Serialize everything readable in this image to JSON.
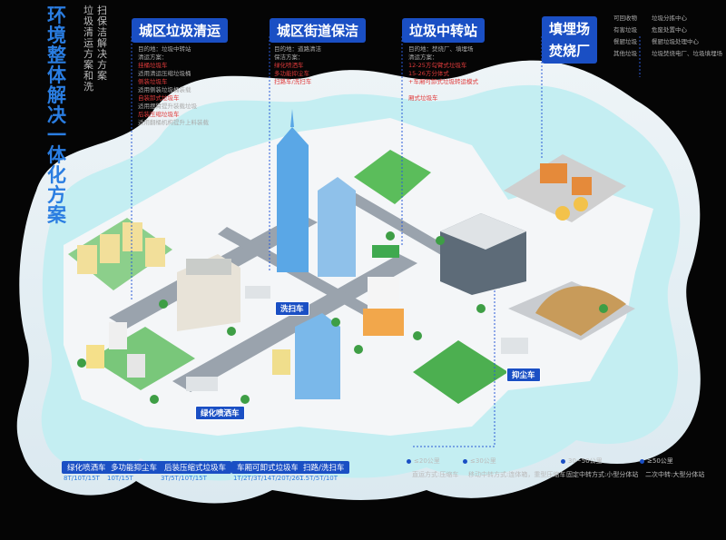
{
  "title_vertical": "环境整体解决一体化方案",
  "subtitle_vertical_1": "垃圾清运方案和洗",
  "subtitle_vertical_2": "扫保洁解决方案",
  "sections": {
    "clean": {
      "title": "城区垃圾清运",
      "lines": [
        {
          "text": "目的地：垃圾中转站",
          "red": false
        },
        {
          "text": "清运方案：",
          "red": false
        },
        {
          "text": "挂桶垃圾车",
          "red": true
        },
        {
          "text": "适用清运压缩垃圾桶",
          "red": false
        },
        {
          "text": "侧装垃圾车",
          "red": true
        },
        {
          "text": "适用侧装垃圾桶装载",
          "red": false
        },
        {
          "text": "自装卸式垃圾车",
          "red": true
        },
        {
          "text": "适用摆臂提升装载垃圾",
          "red": false
        },
        {
          "text": "后装压缩垃圾车",
          "red": true
        },
        {
          "text": "适用翻桶机构提升上料装载",
          "red": false
        }
      ]
    },
    "street": {
      "title": "城区街道保洁",
      "lines": [
        {
          "text": "目的地：道路清洁",
          "red": false
        },
        {
          "text": "保洁方案：",
          "red": false
        },
        {
          "text": "绿化喷洒车",
          "red": true
        },
        {
          "text": "多功能抑尘车",
          "red": true
        },
        {
          "text": "扫路车/洗扫车",
          "red": true
        }
      ]
    },
    "transfer": {
      "title": "垃圾中转站",
      "lines": [
        {
          "text": "目的地：焚烧厂、填埋场",
          "red": false
        },
        {
          "text": "清运方案：",
          "red": false
        },
        {
          "text": "12-25方勾臂式垃圾车",
          "red": true
        },
        {
          "text": "15-26方分体式",
          "red": true
        },
        {
          "text": "+车厢可卸式垃圾转运模式",
          "red": true
        },
        {
          "text": "",
          "red": false
        },
        {
          "text": "厢式垃圾车",
          "red": true
        }
      ]
    },
    "landfill": {
      "title_1": "填埋场",
      "title_2": "焚烧厂"
    }
  },
  "side_list": [
    {
      "left": "可回收物",
      "right": "垃圾分拣中心"
    },
    {
      "left": "有害垃圾",
      "right": "危废处置中心"
    },
    {
      "left": "餐厨垃圾",
      "right": "餐厨垃圾处理中心"
    },
    {
      "left": "其他垃圾",
      "right": "垃圾焚烧电厂、垃圾填埋场"
    }
  ],
  "vehicle_tags": {
    "sweeper": "洗扫车",
    "sprinkler": "绿化喷洒车",
    "dust": "抑尘车"
  },
  "bottom_tags": [
    {
      "label": "绿化喷洒车",
      "cap": "8T/10T/15T"
    },
    {
      "label": "多功能抑尘车",
      "cap": "10T/15T"
    },
    {
      "label": "后装压缩式垃圾车",
      "cap": "3T/5T/10T/15T"
    },
    {
      "label": "车厢可卸式垃圾车",
      "cap": "1T/2T/3T/14T/20T/26T"
    },
    {
      "label": "扫路/洗扫车",
      "cap": "1.5T/5T/10T"
    }
  ],
  "distances": [
    {
      "head": "≤20公里",
      "desc": "直运方式:压缩车"
    },
    {
      "head": "≤30公里",
      "desc": "移动中转方式:连体箱，重型压缩车"
    },
    {
      "head": "30~50公里",
      "desc": "固定中转方式:小型分体站"
    },
    {
      "head": "≥50公里",
      "desc": "二次中转:大型分体站"
    }
  ],
  "colors": {
    "accent": "#1a4fc4",
    "highlight": "#e03b3b",
    "ground": "#f4f6f8",
    "land_aqua": "#6fd8e0"
  }
}
